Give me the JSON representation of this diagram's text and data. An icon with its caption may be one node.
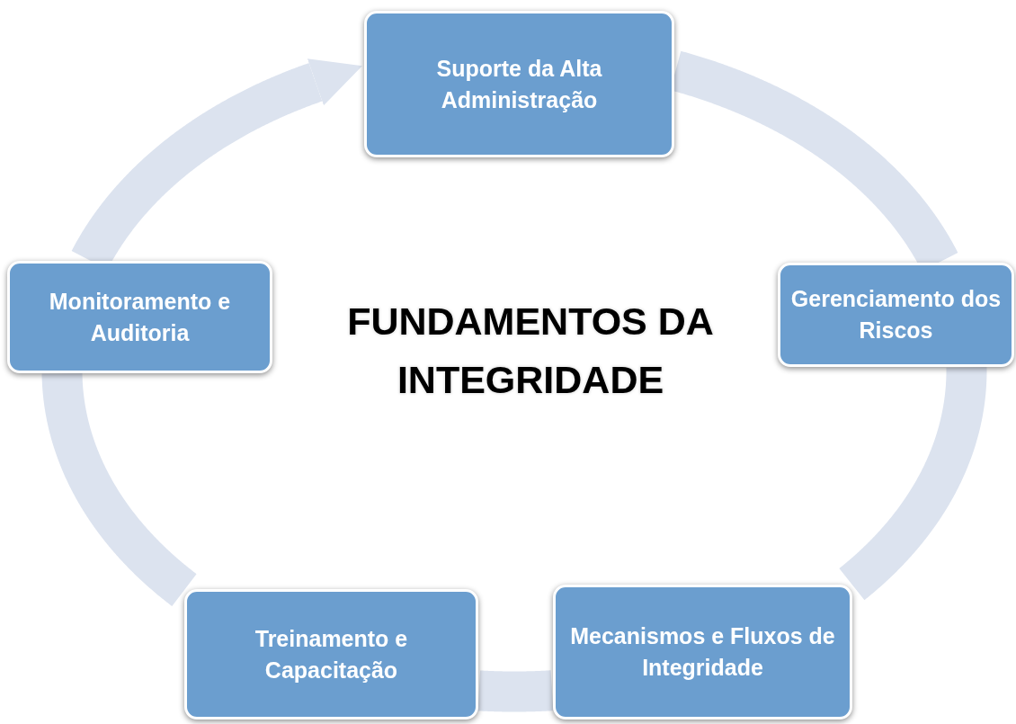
{
  "diagram": {
    "title": "FUNDAMENTOS DA INTEGRIDADE",
    "nodes": [
      {
        "text": [
          "Suporte da Alta Administração"
        ]
      },
      {
        "text": [
          "Gerenciamento dos Riscos"
        ]
      },
      {
        "text": [
          "Mecanismos e Fluxos de Integridade"
        ]
      },
      {
        "text": [
          "Treinamento e Capacitação"
        ]
      },
      {
        "text": [
          "Monitoramento e Auditoria"
        ]
      }
    ],
    "edges": [
      {
        "from": 0,
        "to": 1,
        "arrow": "none"
      },
      {
        "from": 1,
        "to": 2,
        "arrow": "none"
      },
      {
        "from": 2,
        "to": 3,
        "arrow": "none"
      },
      {
        "from": 3,
        "to": 4,
        "arrow": "none"
      },
      {
        "from": 4,
        "to": 0,
        "arrow": "to"
      }
    ]
  }
}
